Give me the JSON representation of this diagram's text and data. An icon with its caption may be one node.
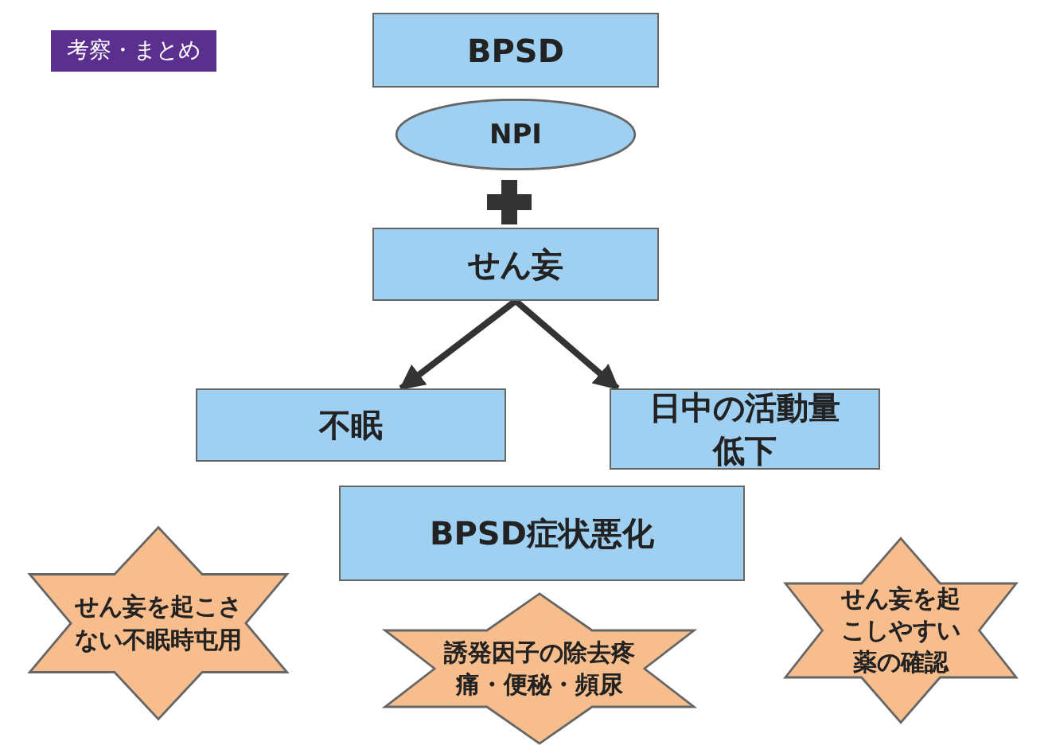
{
  "diagram": {
    "title": "考察・まとめ",
    "nodes": [
      {
        "text": [
          "BPSD"
        ]
      },
      {
        "text": [
          "NPI"
        ]
      },
      {
        "text": [
          "せん妄"
        ]
      },
      {
        "text": [
          "不眠"
        ]
      },
      {
        "text": [
          "日中の活動量低下"
        ]
      },
      {
        "text": [
          "BPSD症状悪化"
        ]
      },
      {
        "text": [
          "せん妄を起こさない不眠時屯用"
        ]
      },
      {
        "text": [
          "誘発因子の除去疼痛・便秘・頻尿"
        ]
      },
      {
        "text": [
          "せん妄を起こしやすい薬の確認"
        ]
      }
    ],
    "edges": [
      {
        "from": 2,
        "to": 3,
        "arrow": "to"
      },
      {
        "from": 2,
        "to": 4,
        "arrow": "to"
      }
    ]
  }
}
